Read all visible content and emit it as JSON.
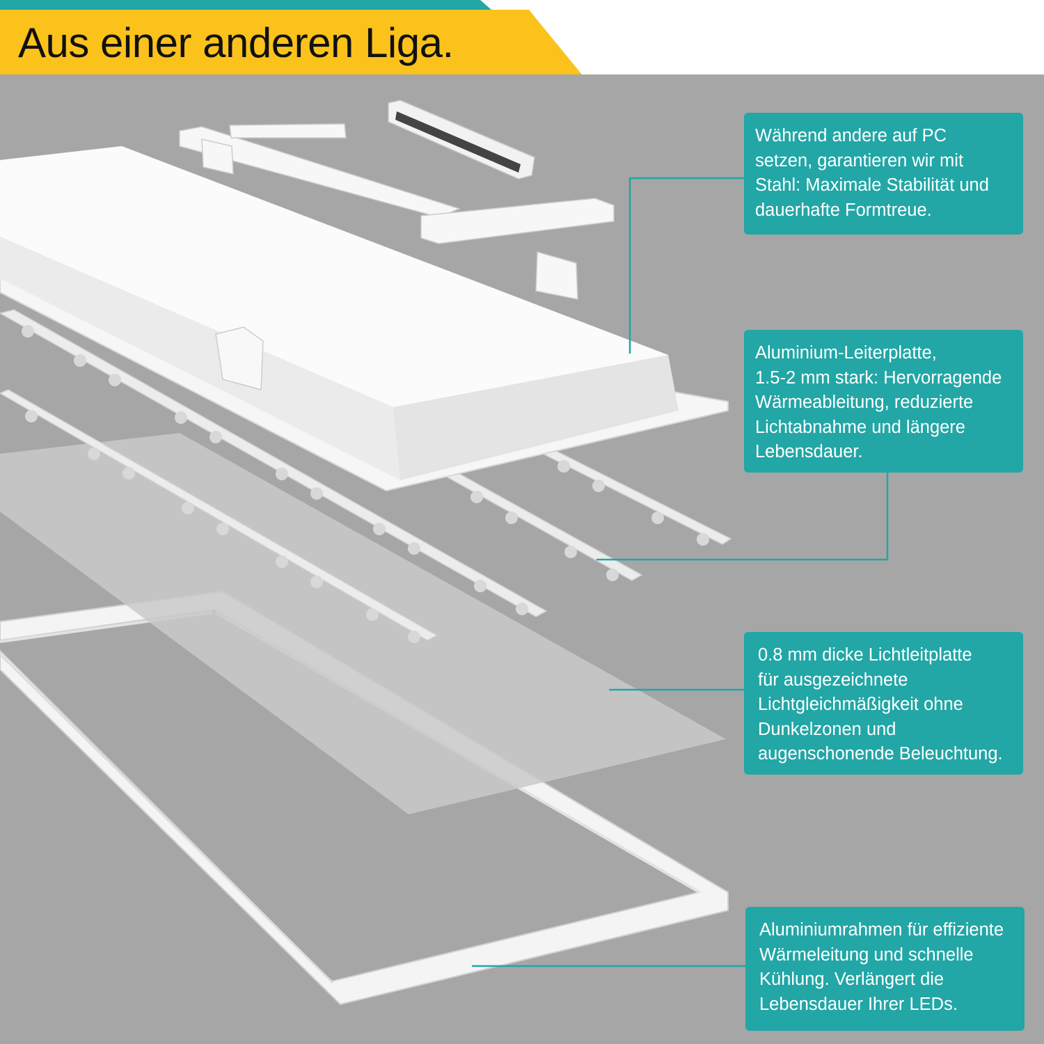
{
  "header": {
    "title": "Aus einer anderen Liga."
  },
  "colors": {
    "accent_teal": "#22a6a6",
    "accent_yellow": "#fbc21c",
    "background_gray": "#a6a6a6"
  },
  "callouts": [
    {
      "lines": [
        "Während andere auf PC",
        "setzen, garantieren wir mit",
        "Stahl: Maximale Stabilität und",
        "dauerhafte Formtreue."
      ]
    },
    {
      "lines": [
        "Aluminium-Leiterplatte,",
        "1.5-2 mm stark: Hervorragende",
        "Wärmeableitung, reduzierte",
        "Lichtabnahme und längere",
        "Lebensdauer."
      ]
    },
    {
      "lines": [
        "0.8 mm dicke Lichtleitplatte",
        "für ausgezeichnete",
        "Lichtgleichmäßigkeit ohne",
        "Dunkelzonen und",
        "augenschonende Beleuchtung."
      ]
    },
    {
      "lines": [
        "Aluminiumrahmen für effiziente",
        "Wärmeleitung und schnelle",
        "Kühlung. Verlängert die",
        "Lebensdauer Ihrer LEDs."
      ]
    }
  ]
}
